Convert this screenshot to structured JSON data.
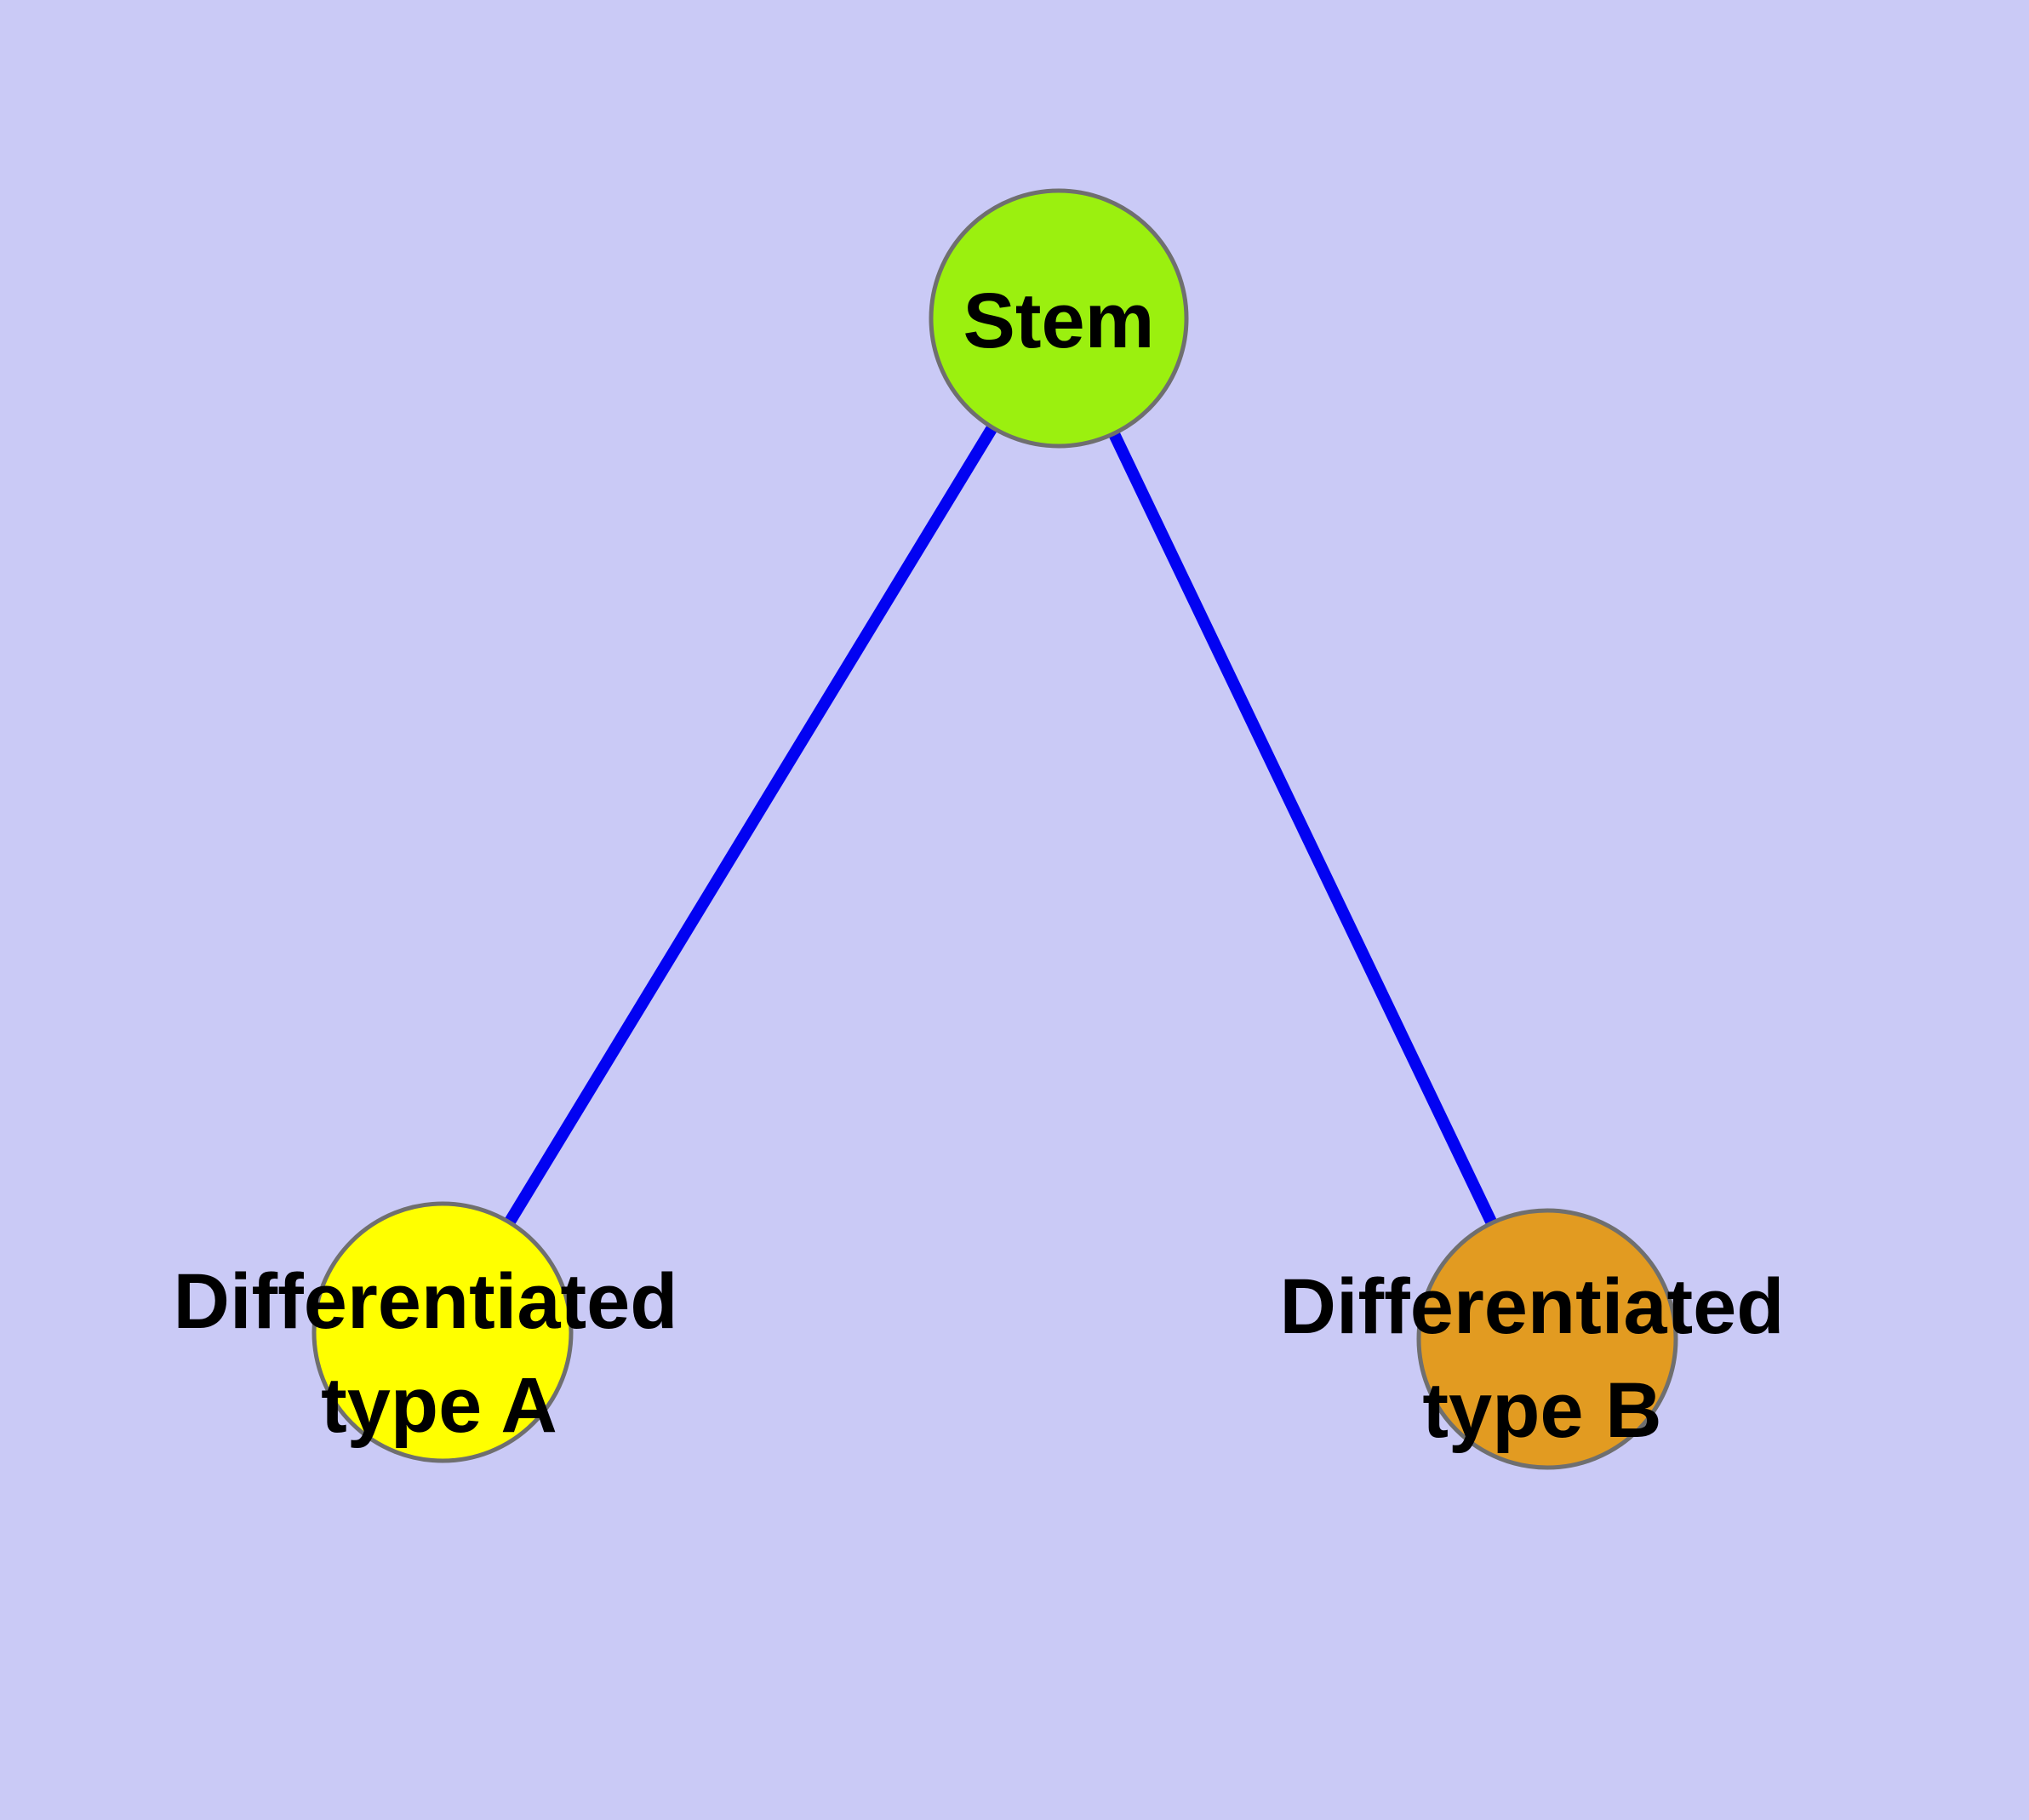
{
  "diagram": {
    "background_color": "#CACAF6",
    "text_color": "#000000",
    "node_border_color": "#6F6F6F",
    "edge_color": "#0202F2",
    "nodes": [
      {
        "id": "stem",
        "label": "Stem",
        "label_lines": [
          "Stem"
        ],
        "fill": "#9BF00F",
        "stroke": "#6F6F6F"
      },
      {
        "id": "differentiated-type-a",
        "label": "Differentiated type A",
        "label_lines": [
          "Differentiated",
          "type A"
        ],
        "fill": "#FFFF00",
        "stroke": "#6F6F6F"
      },
      {
        "id": "differentiated-type-b",
        "label": "Differentiated type B",
        "label_lines": [
          "Differentiated",
          "type B"
        ],
        "fill": "#E29B21",
        "stroke": "#6F6F6F"
      }
    ],
    "edges": [
      {
        "from": "stem",
        "to": "differentiated-type-a",
        "color": "#0202F2"
      },
      {
        "from": "stem",
        "to": "differentiated-type-b",
        "color": "#0202F2"
      }
    ]
  }
}
